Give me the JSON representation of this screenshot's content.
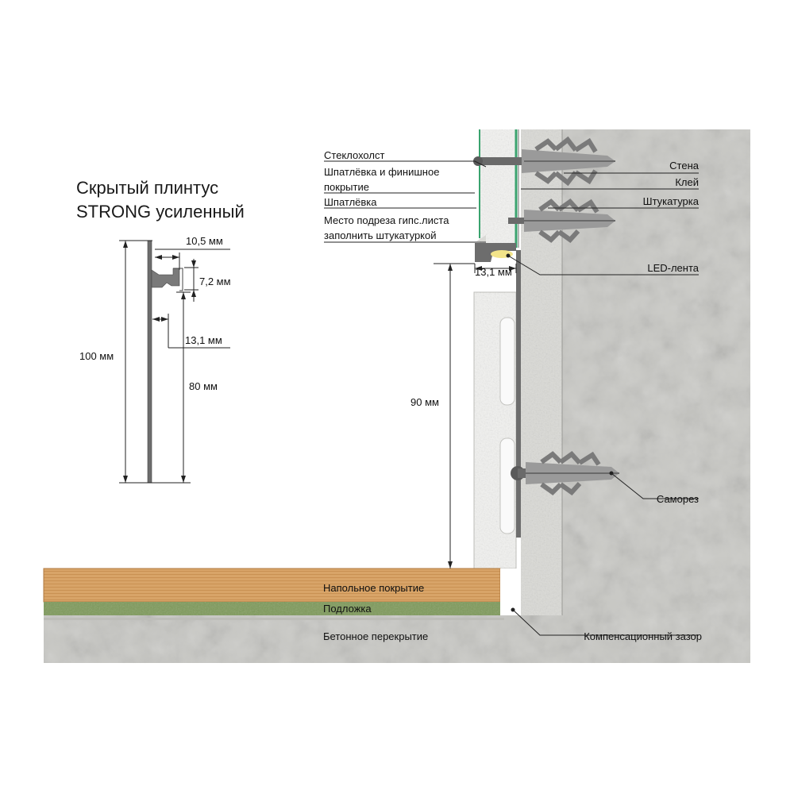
{
  "title": {
    "line1": "Скрытый плинтус",
    "line2": "STRONG усиленный"
  },
  "profile_dimensions": {
    "top_width": "10,5 мм",
    "lip_height": "7,2 мм",
    "depth": "13,1 мм",
    "total_height": "100 мм",
    "plate_height": "80 мм"
  },
  "installation_dimensions": {
    "profile_depth": "13,1 мм",
    "height": "90 мм"
  },
  "left_callouts": [
    "Стеклохолст",
    "Шпатлёвка и финишное",
    "покрытие",
    "Шпатлёвка",
    "Место подреза гипс.листа",
    "заполнить штукатуркой"
  ],
  "right_callouts": {
    "wall": "Стена",
    "glue": "Клей",
    "plaster": "Штукатурка",
    "led": "LED-лента",
    "screw": "Саморез",
    "gap": "Компенсационный зазор"
  },
  "floor_layers": {
    "flooring": "Напольное покрытие",
    "underlay": "Подложка",
    "slab": "Бетонное перекрытие"
  },
  "colors": {
    "concrete": "#c9c9c5",
    "wood": "#d9a46a",
    "underlay": "#7e9a5a",
    "glass_edge": "#3aa36e",
    "profile": "#6d6d6d",
    "dowel": "#9a9a9a",
    "led": "#f2e48a"
  }
}
